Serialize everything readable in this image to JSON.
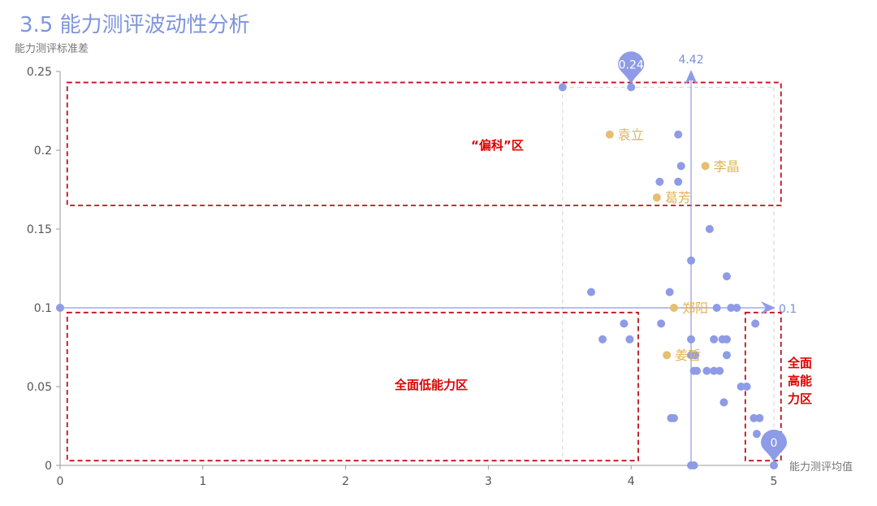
{
  "title": "3.5 能力测评波动性分析",
  "chart_data": {
    "type": "scatter",
    "xlabel": "能力测评均值",
    "ylabel": "能力测评标准差",
    "xlim": [
      0,
      5
    ],
    "ylim": [
      0,
      0.25
    ],
    "x_ticks": [
      "0",
      "1",
      "2",
      "3",
      "4",
      "5"
    ],
    "y_ticks": [
      "0",
      "0.05",
      "0.1",
      "0.15",
      "0.2",
      "0.25"
    ],
    "colors": {
      "points": "#8e9be6",
      "highlight": "#e5be6e",
      "zones": "#c0101a",
      "reference": "#8e9be6"
    },
    "reference_lines": {
      "x_mean": 4.42,
      "x_mean_label": "4.42",
      "y_mean": 0.1,
      "y_mean_label": "0.1"
    },
    "markers": [
      {
        "x": 4.0,
        "y": 0.24,
        "label": "0.24"
      },
      {
        "x": 5.0,
        "y": 0.0,
        "label": "0"
      }
    ],
    "highlighted": [
      {
        "name": "袁立",
        "x": 3.85,
        "y": 0.21
      },
      {
        "name": "李晶",
        "x": 4.52,
        "y": 0.19
      },
      {
        "name": "葛芳",
        "x": 4.18,
        "y": 0.17
      },
      {
        "name": "郑阳",
        "x": 4.3,
        "y": 0.1
      },
      {
        "name": "姜哲",
        "x": 4.25,
        "y": 0.07
      }
    ],
    "points": [
      [
        0.0,
        0.1
      ],
      [
        3.52,
        0.24
      ],
      [
        4.0,
        0.24
      ],
      [
        4.33,
        0.21
      ],
      [
        4.35,
        0.19
      ],
      [
        4.2,
        0.18
      ],
      [
        4.33,
        0.18
      ],
      [
        4.55,
        0.15
      ],
      [
        4.42,
        0.13
      ],
      [
        4.67,
        0.12
      ],
      [
        3.72,
        0.11
      ],
      [
        4.27,
        0.11
      ],
      [
        4.6,
        0.1
      ],
      [
        4.7,
        0.1
      ],
      [
        4.74,
        0.1
      ],
      [
        3.95,
        0.09
      ],
      [
        4.21,
        0.09
      ],
      [
        4.87,
        0.09
      ],
      [
        3.8,
        0.08
      ],
      [
        3.99,
        0.08
      ],
      [
        4.42,
        0.08
      ],
      [
        4.58,
        0.08
      ],
      [
        4.64,
        0.08
      ],
      [
        4.67,
        0.08
      ],
      [
        4.42,
        0.07
      ],
      [
        4.45,
        0.07
      ],
      [
        4.67,
        0.07
      ],
      [
        4.44,
        0.06
      ],
      [
        4.46,
        0.06
      ],
      [
        4.53,
        0.06
      ],
      [
        4.58,
        0.06
      ],
      [
        4.62,
        0.06
      ],
      [
        4.77,
        0.05
      ],
      [
        4.81,
        0.05
      ],
      [
        4.65,
        0.04
      ],
      [
        4.28,
        0.03
      ],
      [
        4.3,
        0.03
      ],
      [
        4.86,
        0.03
      ],
      [
        4.9,
        0.03
      ],
      [
        4.88,
        0.02
      ],
      [
        4.99,
        0.02
      ],
      [
        4.42,
        0.0
      ],
      [
        4.44,
        0.0
      ],
      [
        5.0,
        0.0
      ]
    ],
    "zones": [
      {
        "name": "“偏科”区",
        "x0": 0.05,
        "x1": 5.05,
        "y0": 0.165,
        "y1": 0.243
      },
      {
        "name": "全面低能力区",
        "x0": 0.05,
        "x1": 4.05,
        "y0": 0.003,
        "y1": 0.097
      },
      {
        "name": "全面\n高能\n力区",
        "x0": 4.8,
        "x1": 5.05,
        "y0": 0.003,
        "y1": 0.097
      }
    ],
    "grid": false,
    "legend": "none"
  }
}
